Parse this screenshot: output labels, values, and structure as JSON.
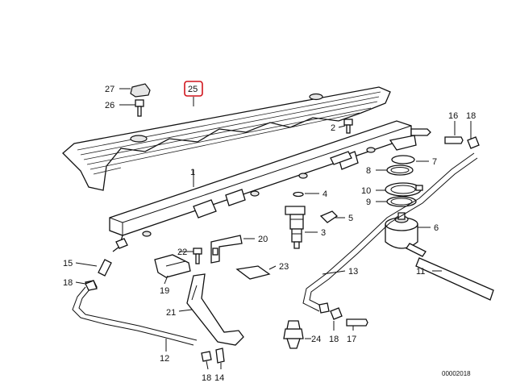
{
  "diagram": {
    "highlight_color": "#d0141c",
    "highlighted_label": "25",
    "drawing_code": "00002018",
    "labels": {
      "l1": "1",
      "l2": "2",
      "l4": "4",
      "l3": "3",
      "l5": "5",
      "l6": "6",
      "l7": "7",
      "l8": "8",
      "l9": "9",
      "l10": "10",
      "l11": "11",
      "l12": "12",
      "l13": "13",
      "l14": "14",
      "l15": "15",
      "l16": "16",
      "l17": "17",
      "l18a": "18",
      "l18b": "18",
      "l18c": "18",
      "l18d": "18",
      "l19": "19",
      "l20": "20",
      "l21": "21",
      "l22": "22",
      "l23": "23",
      "l24": "24",
      "l25": "25",
      "l26": "26",
      "l27": "27"
    }
  }
}
